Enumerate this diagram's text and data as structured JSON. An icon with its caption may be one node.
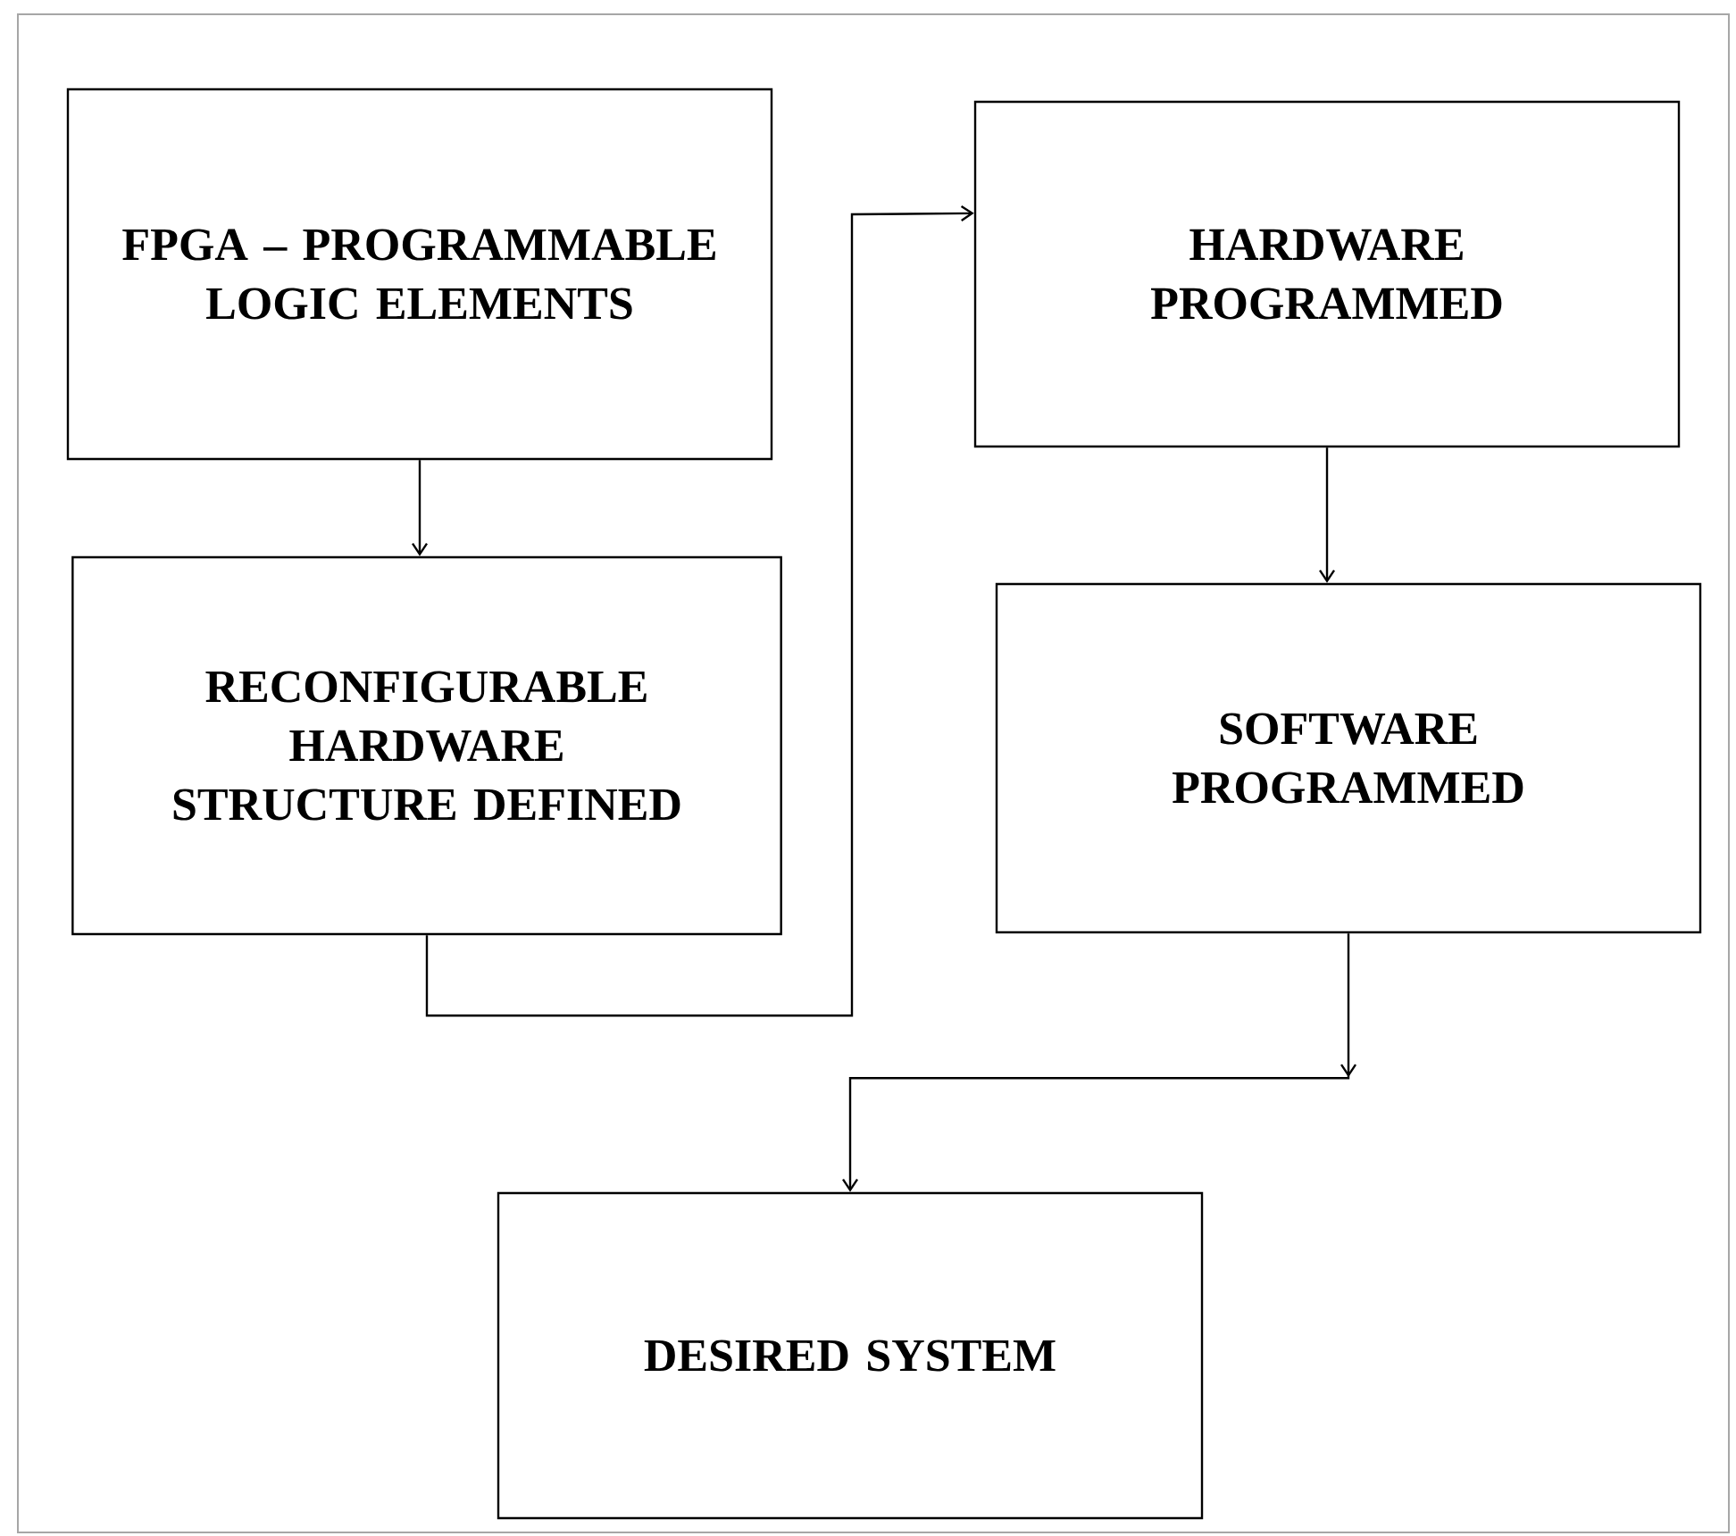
{
  "diagram": {
    "nodes": [
      {
        "text": [
          "FPGA – PROGRAMMABLE LOGIC ELEMENTS"
        ]
      },
      {
        "text": [
          "RECONFIGURABLE HARDWARE STRUCTURE DEFINED"
        ]
      },
      {
        "text": [
          "HARDWARE PROGRAMMED"
        ]
      },
      {
        "text": [
          "SOFTWARE PROGRAMMED"
        ]
      },
      {
        "text": [
          "DESIRED SYSTEM"
        ]
      }
    ],
    "edges": [
      {
        "from": 0,
        "to": 1,
        "arrow": "to"
      },
      {
        "from": 1,
        "to": 2,
        "arrow": "to"
      },
      {
        "from": 2,
        "to": 3,
        "arrow": "to"
      },
      {
        "from": 3,
        "to": 4,
        "arrow": "to"
      }
    ]
  }
}
